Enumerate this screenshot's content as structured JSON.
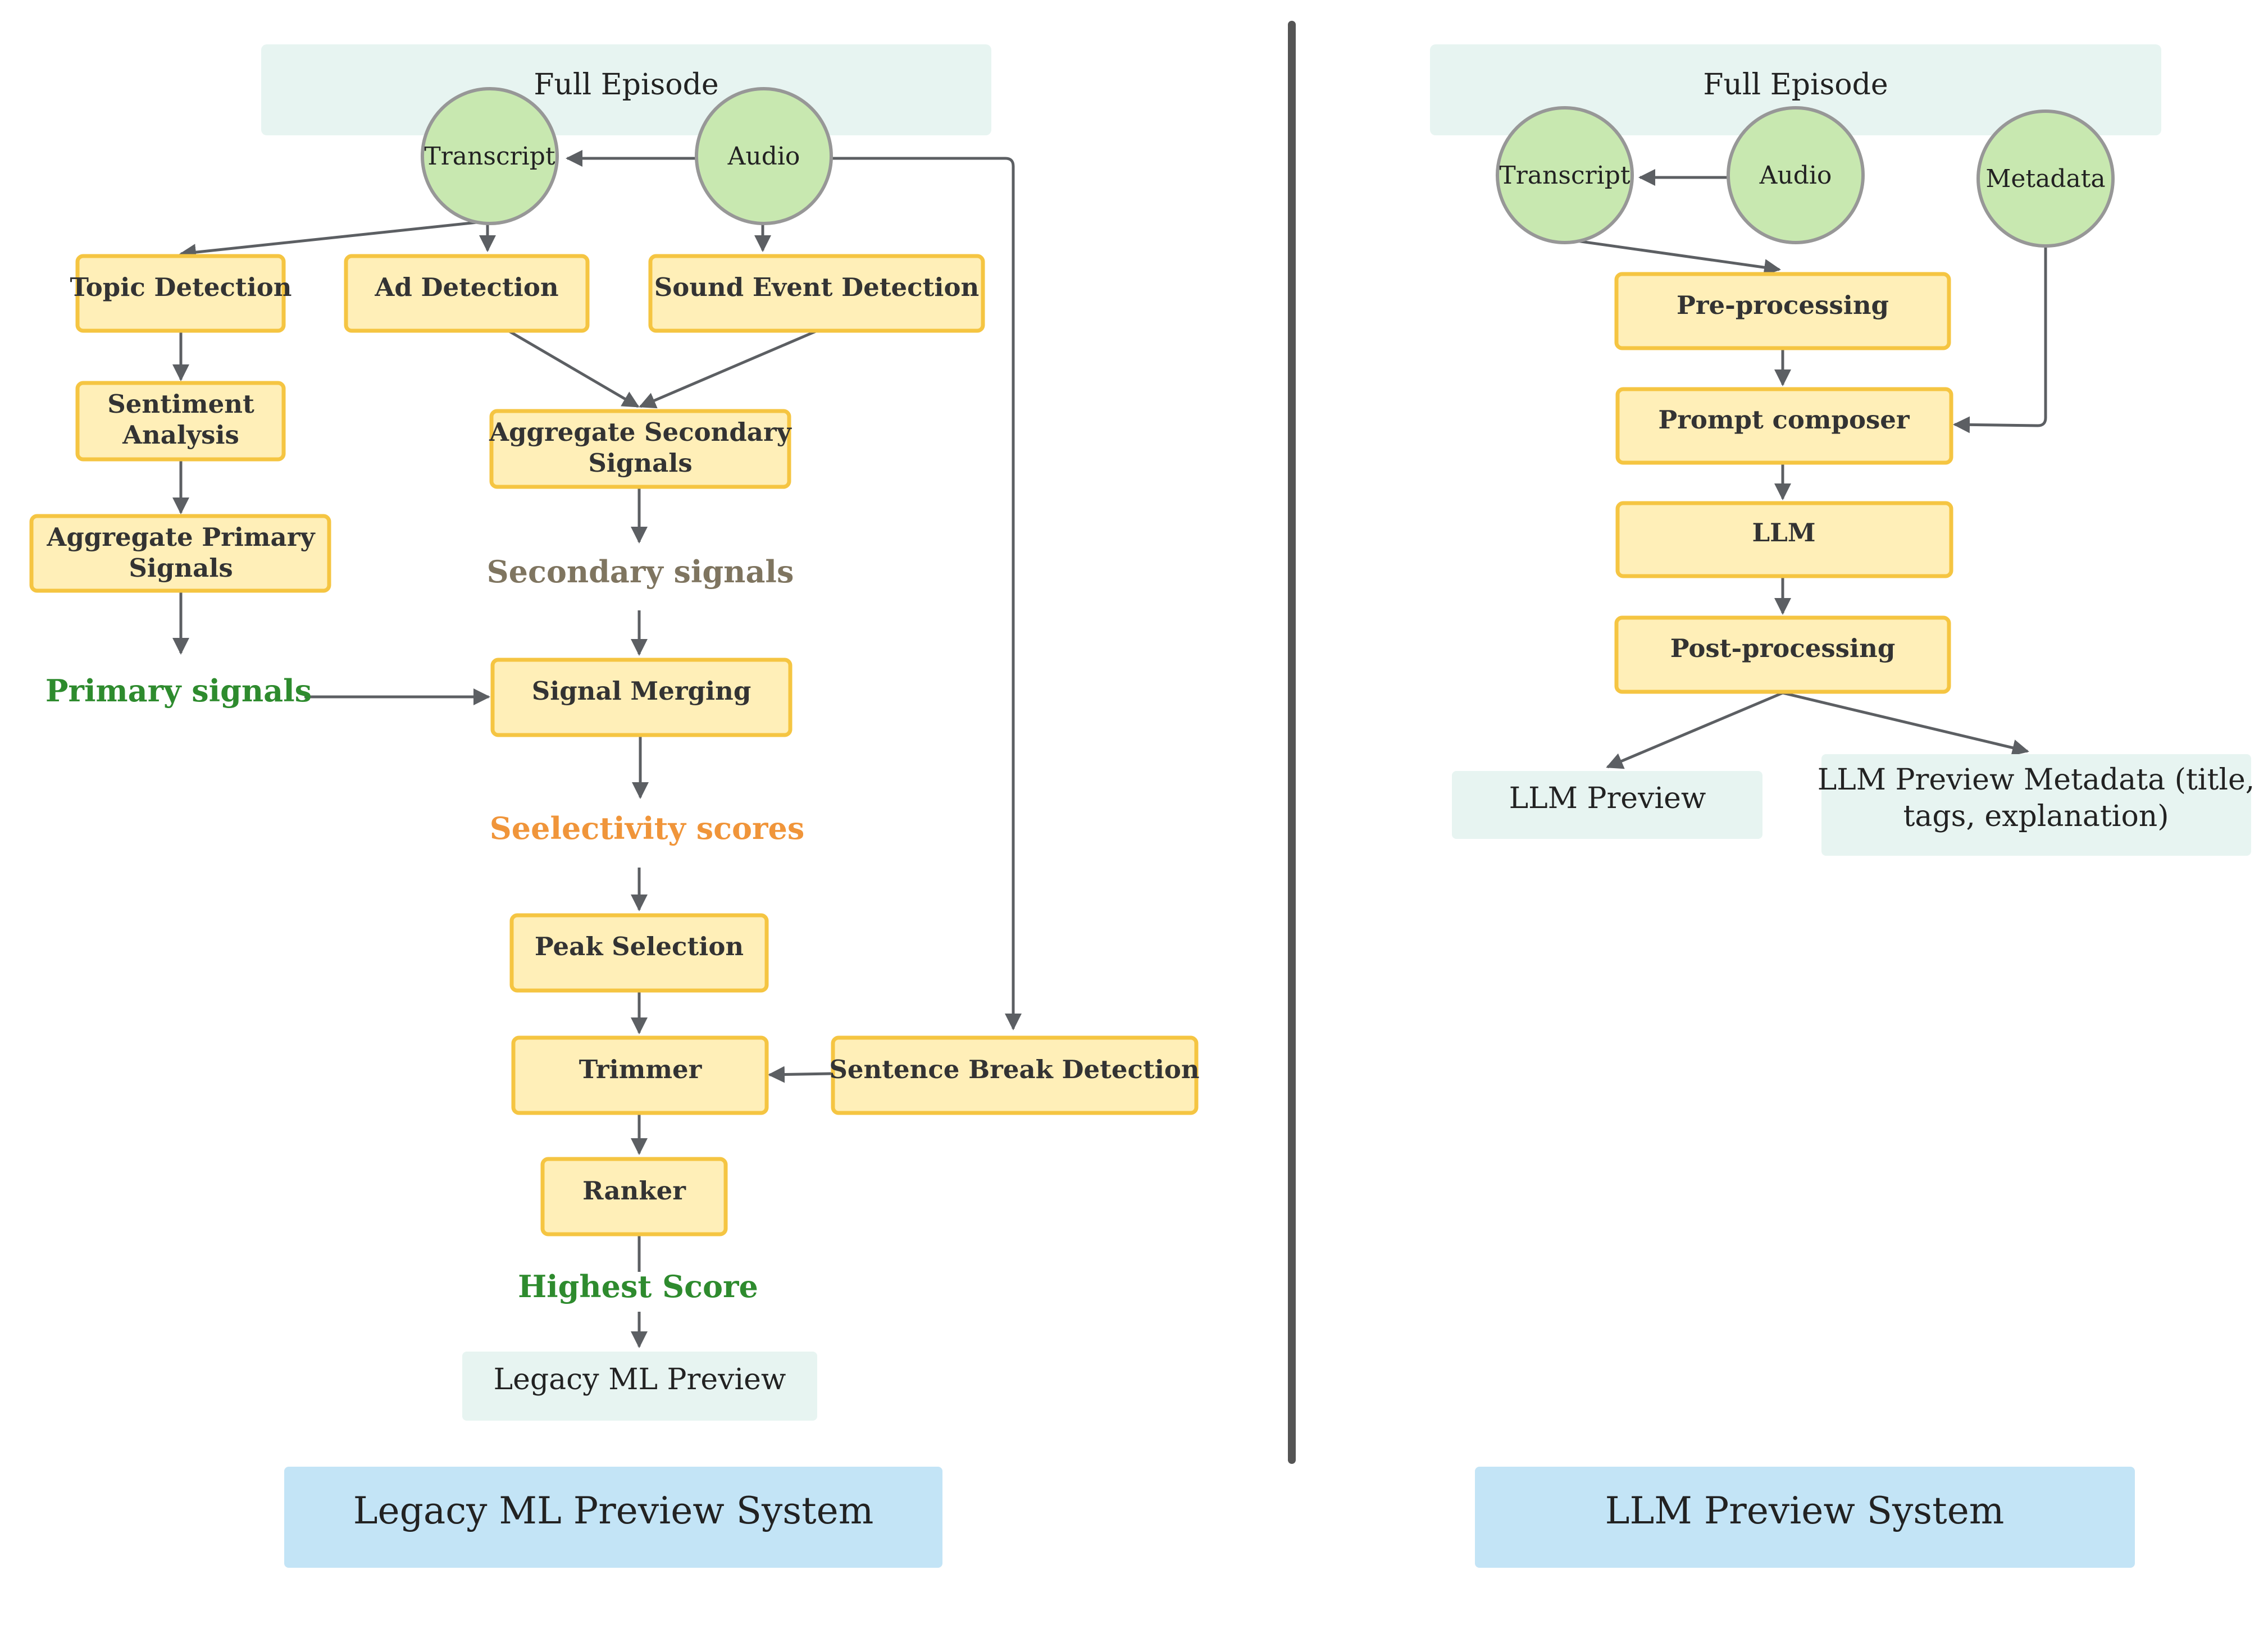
{
  "legacy": {
    "full_episode": "Full Episode",
    "transcript": "Transcript",
    "audio": "Audio",
    "topic_detection": "Topic Detection",
    "ad_detection": "Ad Detection",
    "sound_event_detection": "Sound Event Detection",
    "sentiment_analysis": [
      "Sentiment",
      "Analysis"
    ],
    "aggregate_primary": [
      "Aggregate Primary",
      "Signals"
    ],
    "aggregate_secondary": [
      "Aggregate Secondary",
      "Signals"
    ],
    "secondary_signals": "Secondary signals",
    "primary_signals": "Primary signals",
    "signal_merging": "Signal Merging",
    "selectivity_scores": "Seelectivity scores",
    "peak_selection": "Peak Selection",
    "trimmer": "Trimmer",
    "sentence_break_detection": "Sentence Break Detection",
    "ranker": "Ranker",
    "highest_score": "Highest Score",
    "legacy_ml_preview": "Legacy ML Preview",
    "system_label": "Legacy ML Preview System"
  },
  "llm": {
    "full_episode": "Full Episode",
    "transcript": "Transcript",
    "audio": "Audio",
    "metadata": "Metadata",
    "pre_processing": "Pre-processing",
    "prompt_composer": "Prompt composer",
    "llm": "LLM",
    "post_processing": "Post-processing",
    "llm_preview": "LLM Preview",
    "llm_preview_metadata": [
      "LLM Preview Metadata (title,",
      "tags, explanation)"
    ],
    "system_label": "LLM Preview System"
  },
  "colors": {
    "process_fill": "#FFEFB8",
    "process_border": "#F5C542",
    "circle_fill": "#C8E8B0",
    "data_fill": "#E7F4F1",
    "system_fill": "#C3E4F6",
    "primary_green": "#2E8B2E",
    "secondary_grey": "#7F7560",
    "selectivity_orange": "#F0953A"
  }
}
